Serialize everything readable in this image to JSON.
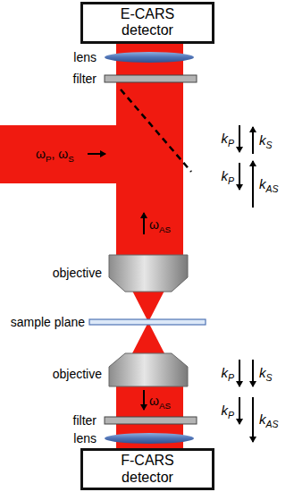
{
  "diagram": {
    "nodes": [
      {
        "text": [
          "E-CARS detector"
        ]
      },
      {
        "text": [
          "F-CARS detector"
        ]
      }
    ],
    "labels": [
      "lens",
      "filter",
      "ωP, ωS",
      "kP",
      "kS",
      "kP",
      "kAS",
      "ωAS",
      "objective",
      "sample plane",
      "objective",
      "ωAS",
      "kP",
      "kS",
      "kP",
      "kAS",
      "filter",
      "lens"
    ]
  }
}
